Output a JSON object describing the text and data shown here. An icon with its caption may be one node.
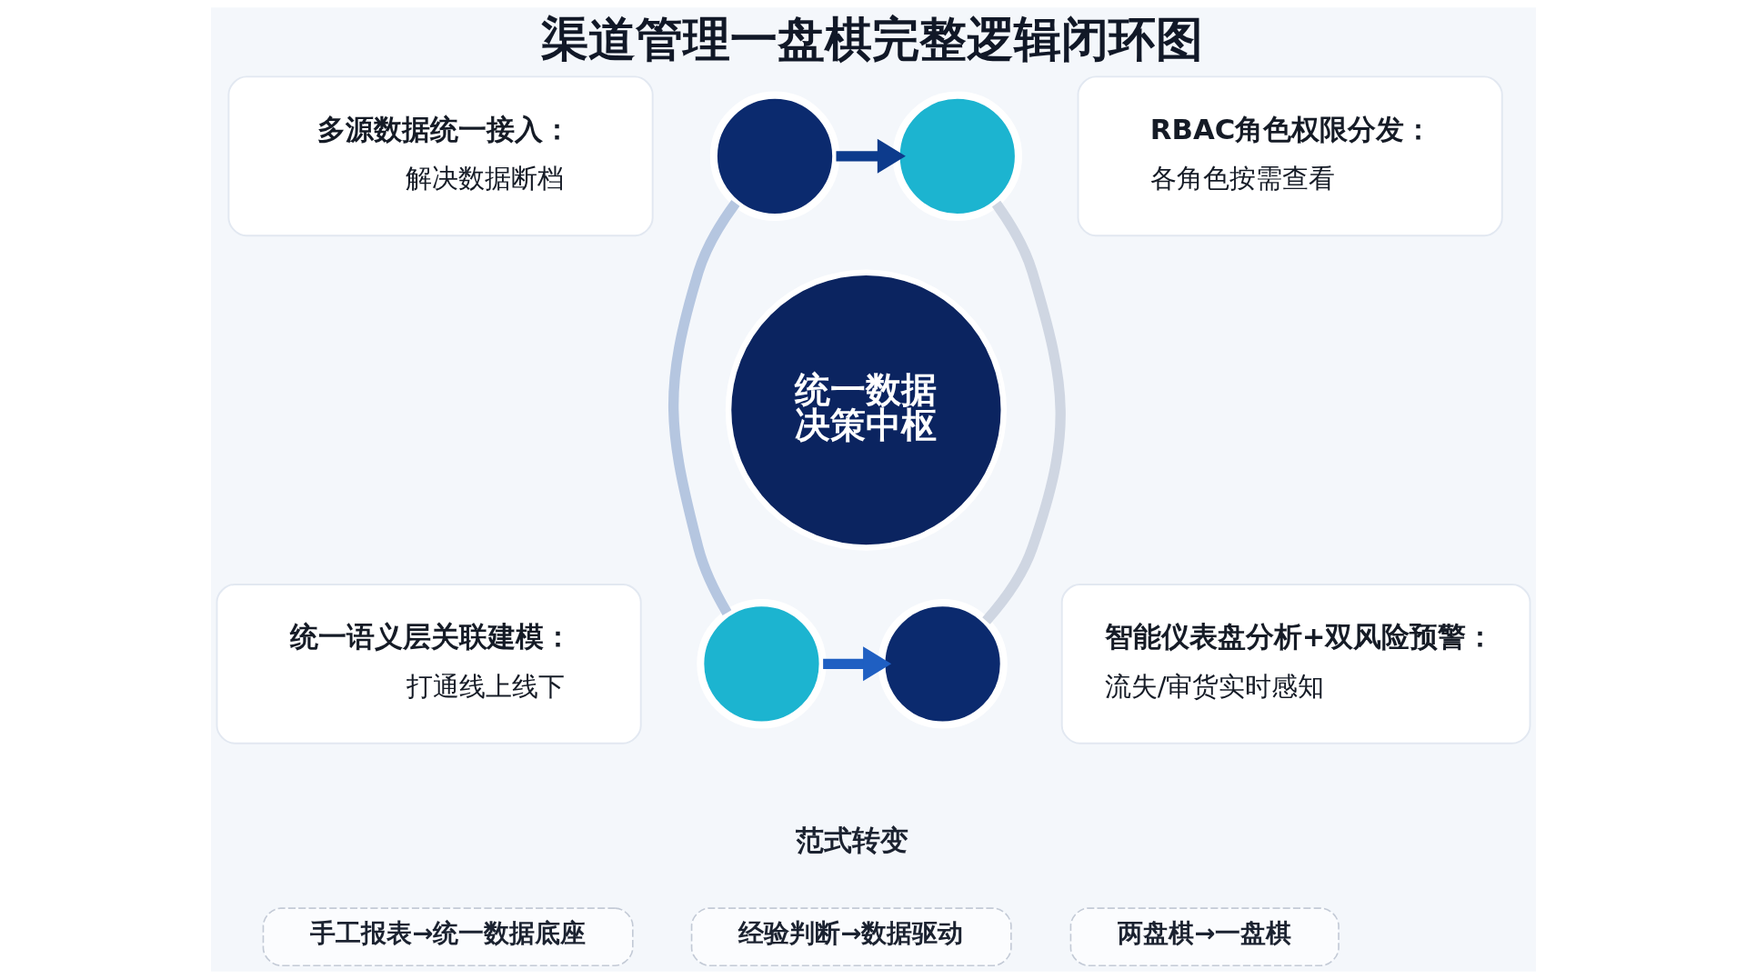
{
  "diagram": {
    "title": "渠道管理一盘棋完整逻辑闭环图",
    "nodes": [
      {
        "text": [
          "多源数据统一接入：",
          "解决数据断档"
        ]
      },
      {
        "text": [],
        "shape": "circle"
      },
      {
        "text": [],
        "shape": "circle"
      },
      {
        "text": [
          "RBAC角色权限分发：",
          "各角色按需查看"
        ]
      },
      {
        "text": [
          "统一数据决策中枢"
        ]
      },
      {
        "text": [
          "统一语义层关联建模：",
          "打通线上线下"
        ]
      },
      {
        "text": [],
        "shape": "circle"
      },
      {
        "text": [],
        "shape": "circle"
      },
      {
        "text": [
          "智能仪表盘分析+双风险预警：",
          "流失/审货实时感知"
        ]
      },
      {
        "text": [
          "手工报表→统一数据底座"
        ]
      },
      {
        "text": [
          "经验判断→数据驱动"
        ]
      },
      {
        "text": [
          "两盘棋→一盘棋"
        ]
      }
    ],
    "edges": [
      {
        "from": 1,
        "to": 2,
        "arrow": "to",
        "color": "#0d3b8c"
      },
      {
        "from": 2,
        "to": 7,
        "arrow": "none",
        "color": "#cfd6e2"
      },
      {
        "from": 6,
        "to": 7,
        "arrow": "to",
        "color": "#1f5fc2"
      },
      {
        "from": 1,
        "to": 6,
        "arrow": "none",
        "color": "#b5c6e0"
      }
    ],
    "labels": [
      "范式转变"
    ]
  }
}
